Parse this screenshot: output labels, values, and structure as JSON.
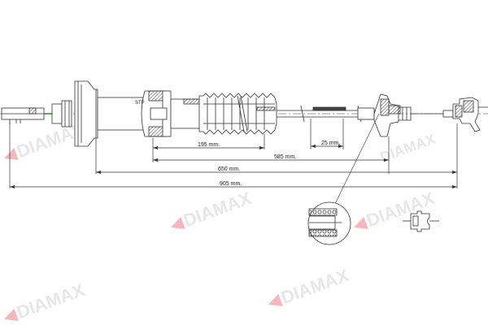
{
  "drawing": {
    "title": "Clutch cable technical drawing",
    "watermark": "DIAMAX",
    "watermark_color": "#e0343c",
    "line_color": "#333333",
    "dimensions": {
      "d195": "195 mm.",
      "d585": "585 mm.",
      "d25": "25 mm.",
      "d650": "650 mm.",
      "d905": "905 mm."
    },
    "labels": {
      "part_mark": "STP"
    }
  }
}
